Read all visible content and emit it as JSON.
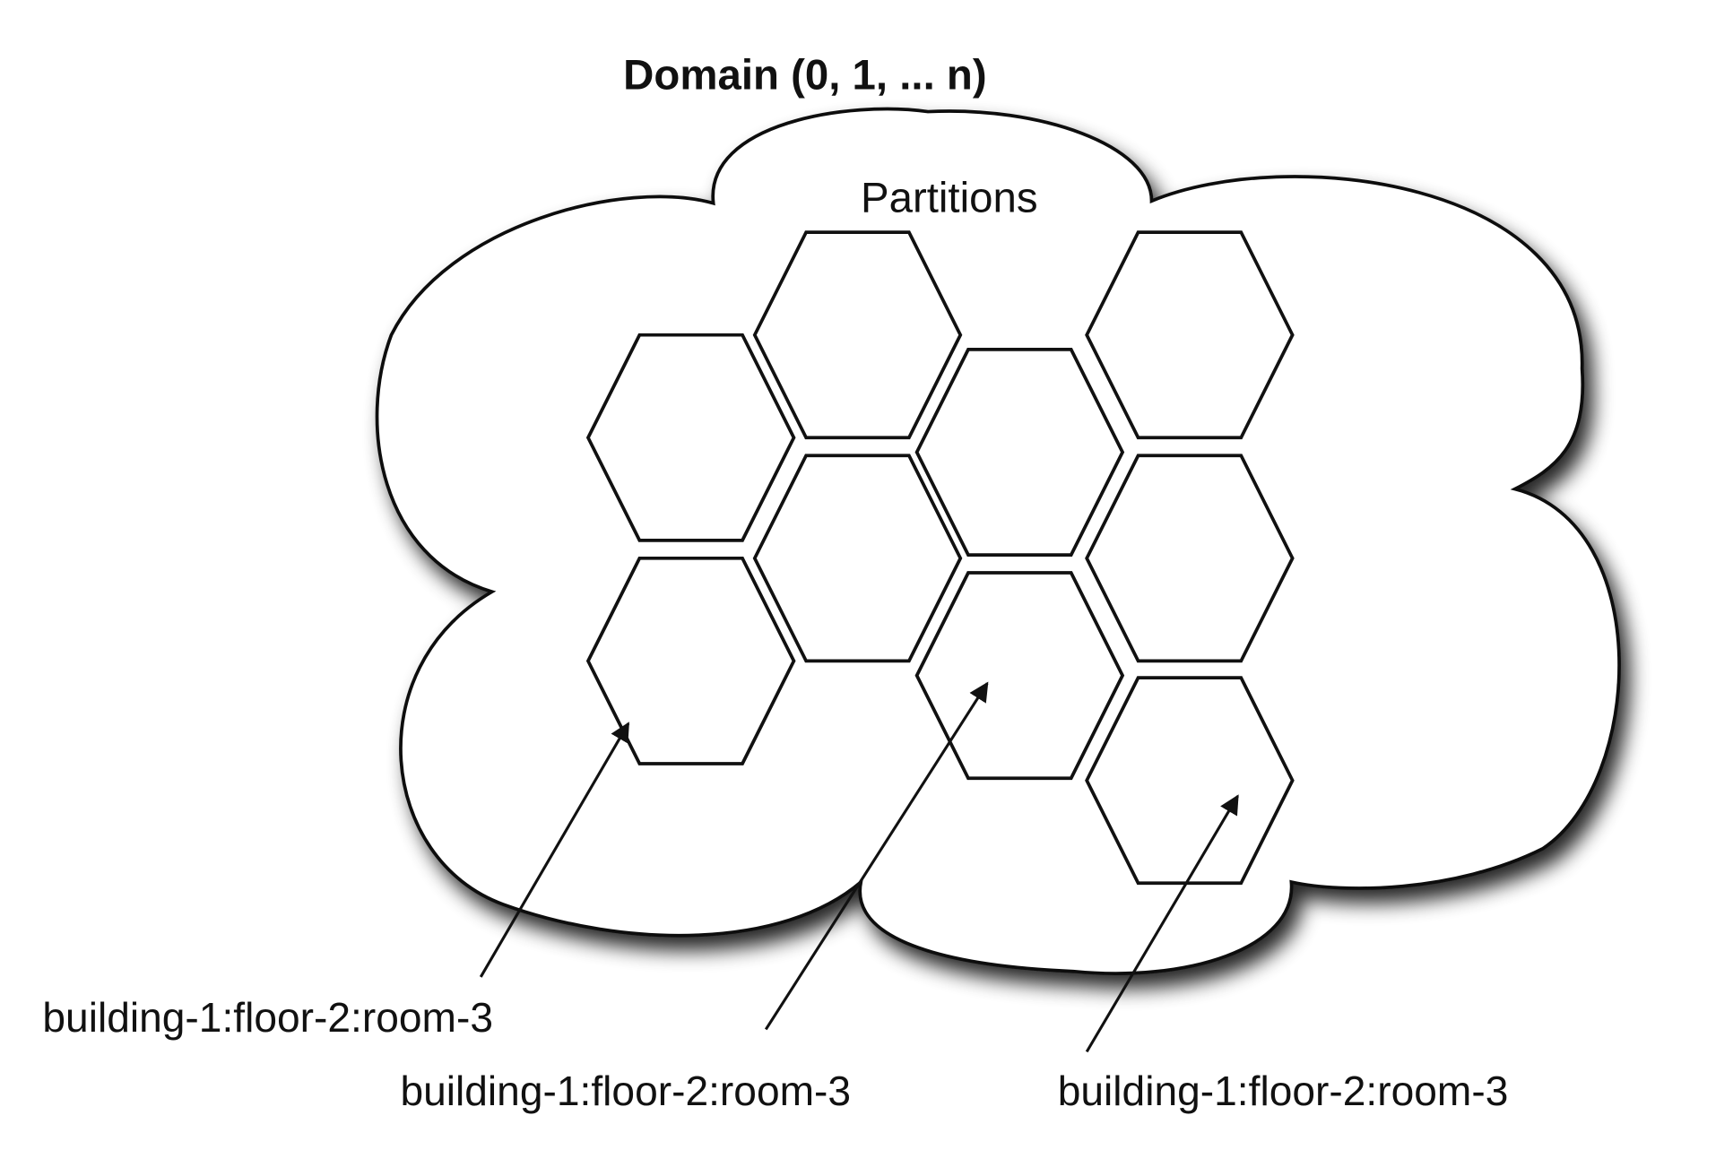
{
  "title": "Domain (0, 1, ... n)",
  "subtitle": "Partitions",
  "partition_count": 9,
  "labels": [
    "building-1:floor-2:room-3",
    "building-1:floor-2:room-3",
    "building-1:floor-2:room-3"
  ],
  "colors": {
    "stroke": "#111111",
    "fill": "#ffffff",
    "shadow": "#000000"
  }
}
